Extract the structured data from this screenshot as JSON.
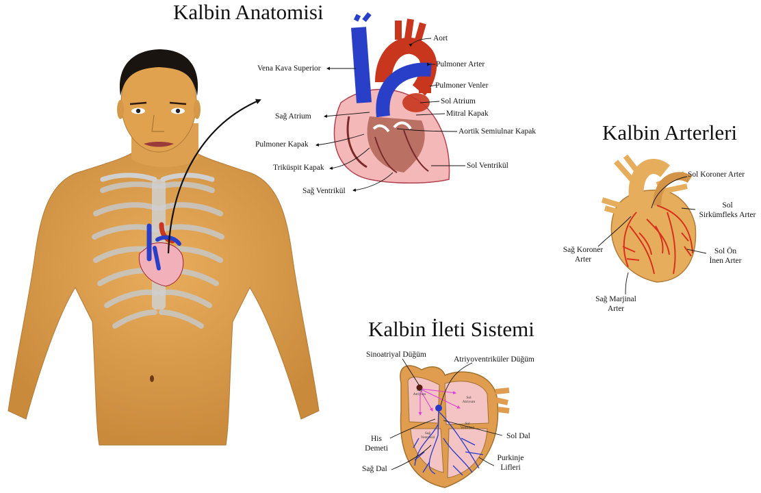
{
  "anatomy": {
    "title": "Kalbin Anatomisi",
    "labels": {
      "aort": "Aort",
      "pulmoner_arter": "Pulmoner Arter",
      "pulmoner_venler": "Pulmoner Venler",
      "sol_atrium": "Sol Atrium",
      "mitral_kapak": "Mitral Kapak",
      "aortik_kapak": "Aortik Semiulnar Kapak",
      "sol_ventrikul": "Sol Ventrikül",
      "vena_kava": "Vena Kava Superior",
      "sag_atrium": "Sağ Atrium",
      "pulmoner_kapak": "Pulmoner Kapak",
      "trikuspit_kapak": "Triküspit Kapak",
      "sag_ventrikul": "Sağ Ventrikül"
    }
  },
  "arteries": {
    "title": "Kalbin Arterleri",
    "labels": {
      "sol_koroner": "Sol Koroner Arter",
      "sol_sirkumfleks_1": "Sol",
      "sol_sirkumfleks_2": "Sirkümfleks Arter",
      "sag_koroner_1": "Sağ  Koroner",
      "sag_koroner_2": "Arter",
      "sol_on_1": "Sol Ön",
      "sol_on_2": "İnen Arter",
      "sag_marjinal_1": "Sağ Marjinal",
      "sag_marjinal_2": "Arter"
    }
  },
  "conduction": {
    "title": "Kalbin İleti Sistemi",
    "labels": {
      "sinoatriyal": "Sinoatriyal Düğüm",
      "atriyoventrikuler": "Atriyoventriküler Düğüm",
      "his_1": "His",
      "his_2": "Demeti",
      "sol_dal": "Sol Dal",
      "sag_dal": "Sağ Dal",
      "purkinje_1": "Purkinje",
      "purkinje_2": "Lifleri"
    },
    "inner": {
      "sag_atriyum_1": "Sağ",
      "sag_atriyum_2": "Atriyum",
      "sol_atriyum_1": "Sol",
      "sol_atriyum_2": "Atriyum",
      "sag_ventrikul_1": "Sağ",
      "sag_ventrikul_2": "Ventrikül",
      "sol_ventrikul_1": "Sol",
      "sol_ventrikul_2": "Ventrikül"
    }
  },
  "colors": {
    "skin": "#e0a24e",
    "skin_shadow": "#b87a32",
    "vein_blue": "#2a3fc8",
    "artery_red": "#c8361e",
    "heart_pink": "#f4b8b8",
    "coronary_red": "#d8301a",
    "purkinje_blue": "#2838c8",
    "signal_magenta": "#e040d8"
  }
}
